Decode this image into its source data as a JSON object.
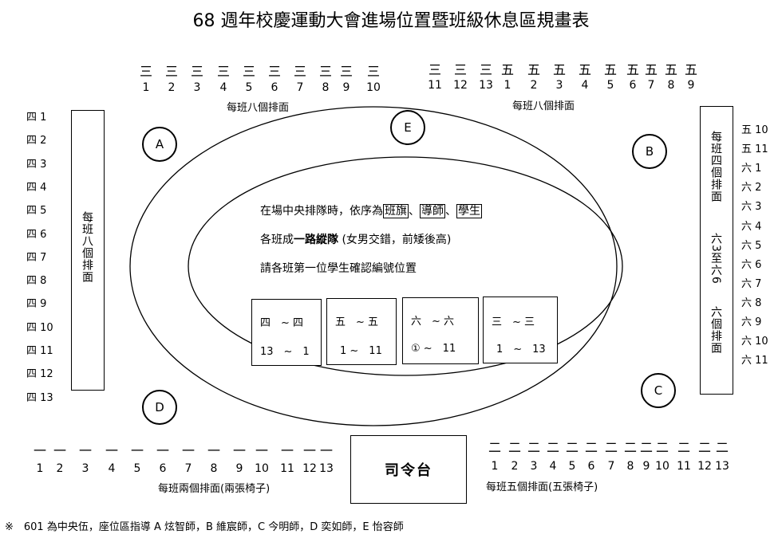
{
  "title": "68 週年校慶運動大會進場位置暨班級休息區規畫表",
  "top_left": {
    "grade": "三",
    "numbers": [
      "1",
      "2",
      "3",
      "4",
      "5",
      "6",
      "7",
      "8",
      "9",
      "10"
    ],
    "note": "每班八個排面"
  },
  "top_right": {
    "grades": [
      "三",
      "三",
      "三",
      "五",
      "五",
      "五",
      "五",
      "五",
      "五",
      "五",
      "五",
      "五"
    ],
    "numbers": [
      "11",
      "12",
      "13",
      "1",
      "2",
      "3",
      "4",
      "5",
      "6",
      "7",
      "8",
      "9"
    ],
    "note": "每班八個排面"
  },
  "left_list": [
    "四 1",
    "四 2",
    "四 3",
    "四 4",
    "四 5",
    "四 6",
    "四 7",
    "四 8",
    "四 9",
    "四 10",
    "四 11",
    "四 12",
    "四 13"
  ],
  "left_box_text": "每班八個排面",
  "right_list": [
    "五 10",
    "五 11",
    "六 1",
    "六 2",
    "六 3",
    "六 4",
    "六 5",
    "六 6",
    "六 7",
    "六 8",
    "六 9",
    "六 10",
    "六 11"
  ],
  "right_box": {
    "line1": "每班四個排面",
    "line2": "六3至六6",
    "line3": "六個排面"
  },
  "circles": {
    "a": "A",
    "b": "B",
    "c": "C",
    "d": "D",
    "e": "E"
  },
  "center": {
    "line1_pre": "在場中央排隊時，依序為",
    "flag": "班旗",
    "sep1": "、",
    "teacher": "導師",
    "sep2": "、",
    "student": "學生",
    "line2_pre": "各班成",
    "line2_bold": "一路縱隊",
    "line2_post": "(女男交錯，前矮後高)",
    "line3": "請各班第一位學生確認編號位置"
  },
  "groups": [
    {
      "top": "四　~ 四",
      "bottom": "13　~　1"
    },
    {
      "top": "五　~ 五",
      "bottom": "1 ~　11"
    },
    {
      "top": "六　~ 六",
      "bottom": "① ~　11"
    },
    {
      "top": "三　~ 三",
      "bottom": "1　~　13"
    }
  ],
  "bottom_left": {
    "grade": "一",
    "numbers": [
      "1",
      "2",
      "3",
      "4",
      "5",
      "6",
      "7",
      "8",
      "9",
      "10",
      "11",
      "12",
      "13"
    ],
    "note": "每班兩個排面(兩張椅子)"
  },
  "podium": "司令台",
  "bottom_right": {
    "grade": "二",
    "numbers": [
      "1",
      "2",
      "3",
      "4",
      "5",
      "6",
      "7",
      "8",
      "9",
      "10",
      "11",
      "12",
      "13"
    ],
    "note": "每班五個排面(五張椅子)"
  },
  "footnote": "※　601 為中央伍，座位區指導 A 炫智師，B 維宸師，C 今明師，D 奕如師，E 怡容師"
}
